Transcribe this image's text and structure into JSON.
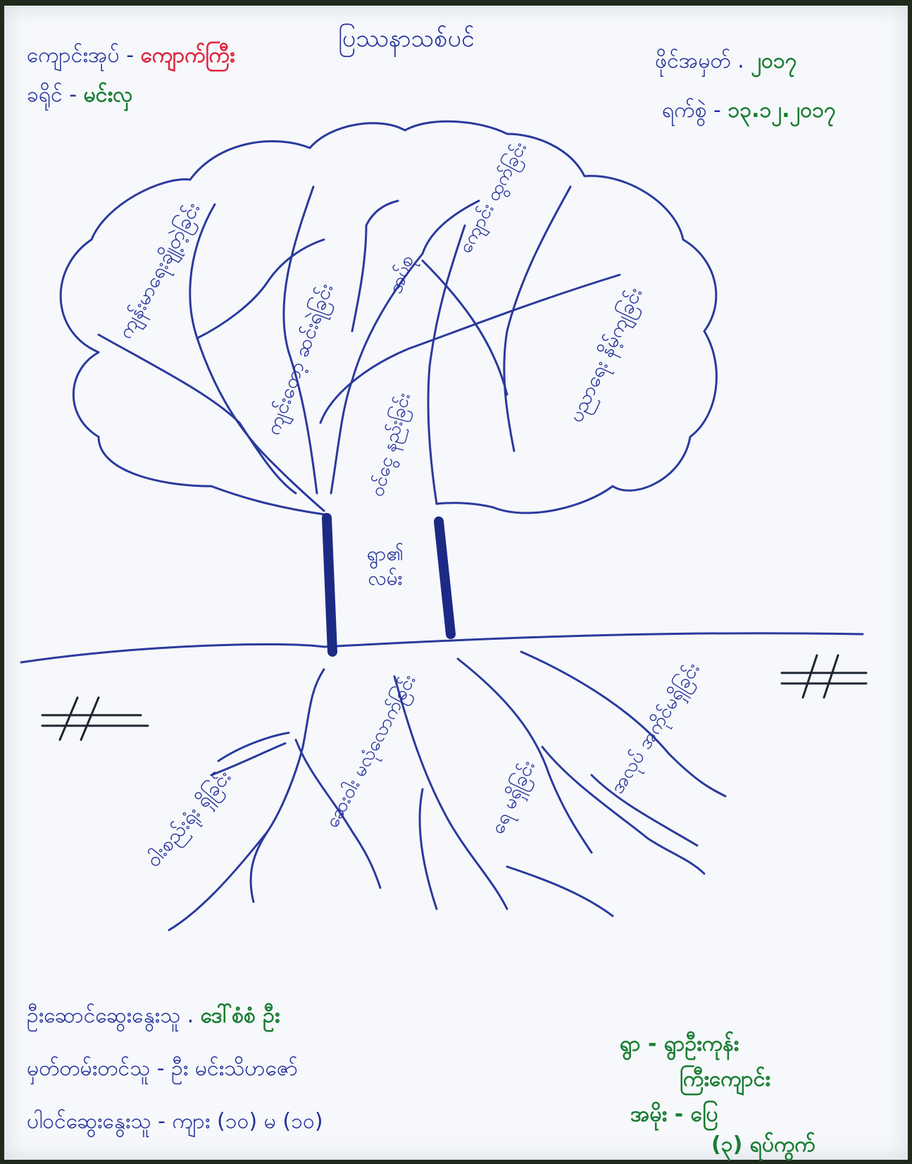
{
  "header": {
    "title": "ပြဿနာသစ်ပင်",
    "left1_label": "ကျောင်းအုပ်",
    "left1_value": "ကျောက်ကြီး",
    "left2_label": "ခရိုင်",
    "left2_value": "မင်းလှ",
    "right1_label": "ဖိုင်အမှတ်",
    "right1_value": "၂၀၁၇",
    "right2_label": "ရက်စွဲ",
    "right2_value": "၁၃.၁၂.၂၀၁၇"
  },
  "tree": {
    "trunk_label": "ရွာ၏ လမ်း",
    "canopy": [
      {
        "text": "ကျန်းမာရေးချို့တဲ့ခြင်း"
      },
      {
        "text": "ကျင်းတော့ ဆင်းရဲခြင်း"
      },
      {
        "text": "အပ်စု"
      },
      {
        "text": "ဝင်ငွေ နည်းခြင်း"
      },
      {
        "text": "ပညာရေး နိမ့်ကျခြင်း"
      },
      {
        "text": "ကျောင်း ထွက်ခြင်း"
      }
    ],
    "roots": [
      {
        "text": "ဝါးစည်းရုံး ရှိခြင်း"
      },
      {
        "text": "ဆေးဝါး မလုံလောက်ခြင်း"
      },
      {
        "text": "ရေ မရှိခြင်း"
      },
      {
        "text": "အလုပ် အကိုင်မရှိခြင်း"
      }
    ]
  },
  "footer": {
    "row1_label": "ဦးဆောင်ဆွေးနွေးသူ",
    "row1_value": "ဒေါ်စံစံ ဦး",
    "row2_label": "မှတ်တမ်းတင်သူ",
    "row2_value": "ဦး မင်းသိဟဇော်",
    "row3_label": "ပါဝင်ဆွေးနွေးသူ",
    "row3_value": "ကျား (၁၀) မ (၁၀)",
    "right_line1": "ရွာ - ရွာဦးကုန်း",
    "right_line2": "ကြီးကျောင်း",
    "right_line3": "အမိုး - ပြေ",
    "right_line4": "(၃) ရပ်ကွက်"
  },
  "colors": {
    "ink_blue": "#23309a",
    "ink_red": "#e0263e",
    "ink_green": "#1a7d33",
    "paper": "#f6f8fb"
  }
}
